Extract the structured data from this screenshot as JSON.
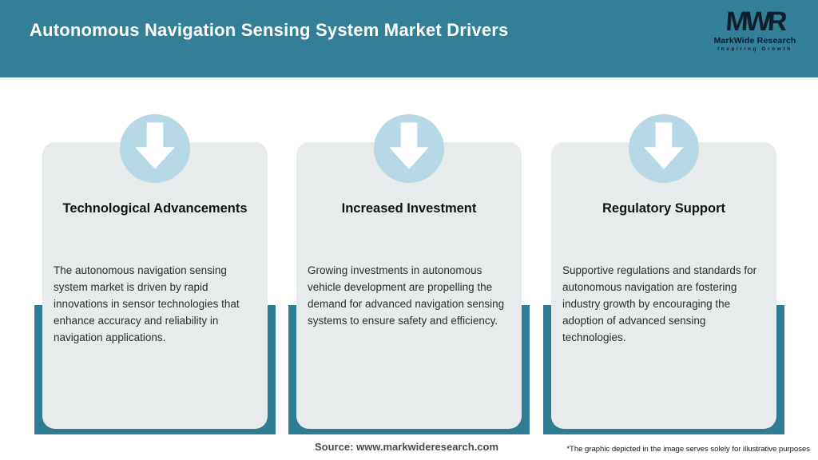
{
  "header": {
    "title": "Autonomous Navigation Sensing System Market Drivers"
  },
  "logo": {
    "monogram": "MWR",
    "name": "MarkWide Research",
    "tagline": "Inspiring Growth"
  },
  "cards": [
    {
      "icon": "down-arrow-icon",
      "title": "Technological Advancements",
      "description": "The autonomous navigation sensing system market is driven by rapid innovations in sensor technologies that enhance accuracy and reliability in navigation applications."
    },
    {
      "icon": "down-arrow-icon",
      "title": "Increased Investment",
      "description": "Growing investments in autonomous vehicle development are propelling the demand for advanced navigation sensing systems to ensure safety and efficiency."
    },
    {
      "icon": "down-arrow-icon",
      "title": "Regulatory Support",
      "description": "Supportive regulations and standards for autonomous navigation are fostering industry growth by encouraging the adoption of advanced sensing technologies."
    }
  ],
  "footer": {
    "source": "Source: www.markwideresearch.com",
    "disclaimer": "*The graphic depicted in the image serves solely for illustrative purposes"
  },
  "colors": {
    "header_teal": "#337f98",
    "frame_teal": "#2e7d95",
    "card_bg": "#e8ebec",
    "icon_circle_bg": "#b7d9e5",
    "logo_navy": "#0e1e2b",
    "title_white": "#ffffff"
  }
}
